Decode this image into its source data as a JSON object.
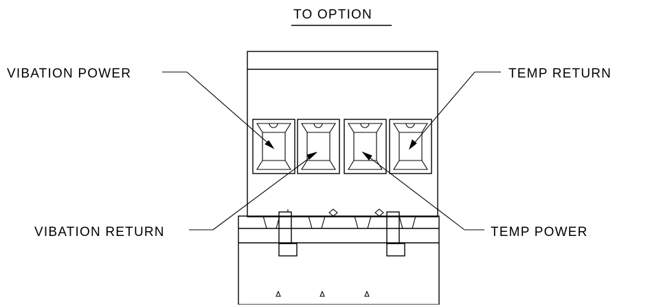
{
  "diagram": {
    "header": "TO OPTION",
    "labels": {
      "vibration_power": "VIBATION POWER",
      "temp_return": "TEMP RETURN",
      "vibration_return": "VIBATION RETURN",
      "temp_power": "TEMP POWER"
    }
  }
}
